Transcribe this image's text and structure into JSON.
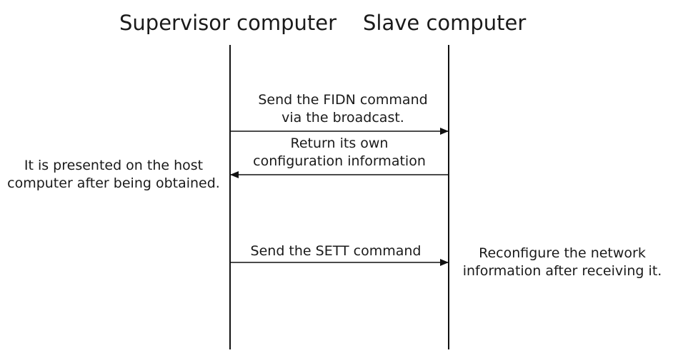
{
  "actors": {
    "supervisor": "Supervisor computer",
    "slave": "Slave computer"
  },
  "messages": [
    {
      "line1": "Send the FIDN command",
      "line2": "via the broadcast."
    },
    {
      "line1": "Return its own",
      "line2": "configuration information"
    },
    {
      "line1": "Send the SETT command",
      "line2": ""
    }
  ],
  "notes": [
    {
      "line1": "It is presented on the host",
      "line2": "computer after being obtained."
    },
    {
      "line1": "Reconfigure the network",
      "line2": "information after receiving it."
    }
  ]
}
